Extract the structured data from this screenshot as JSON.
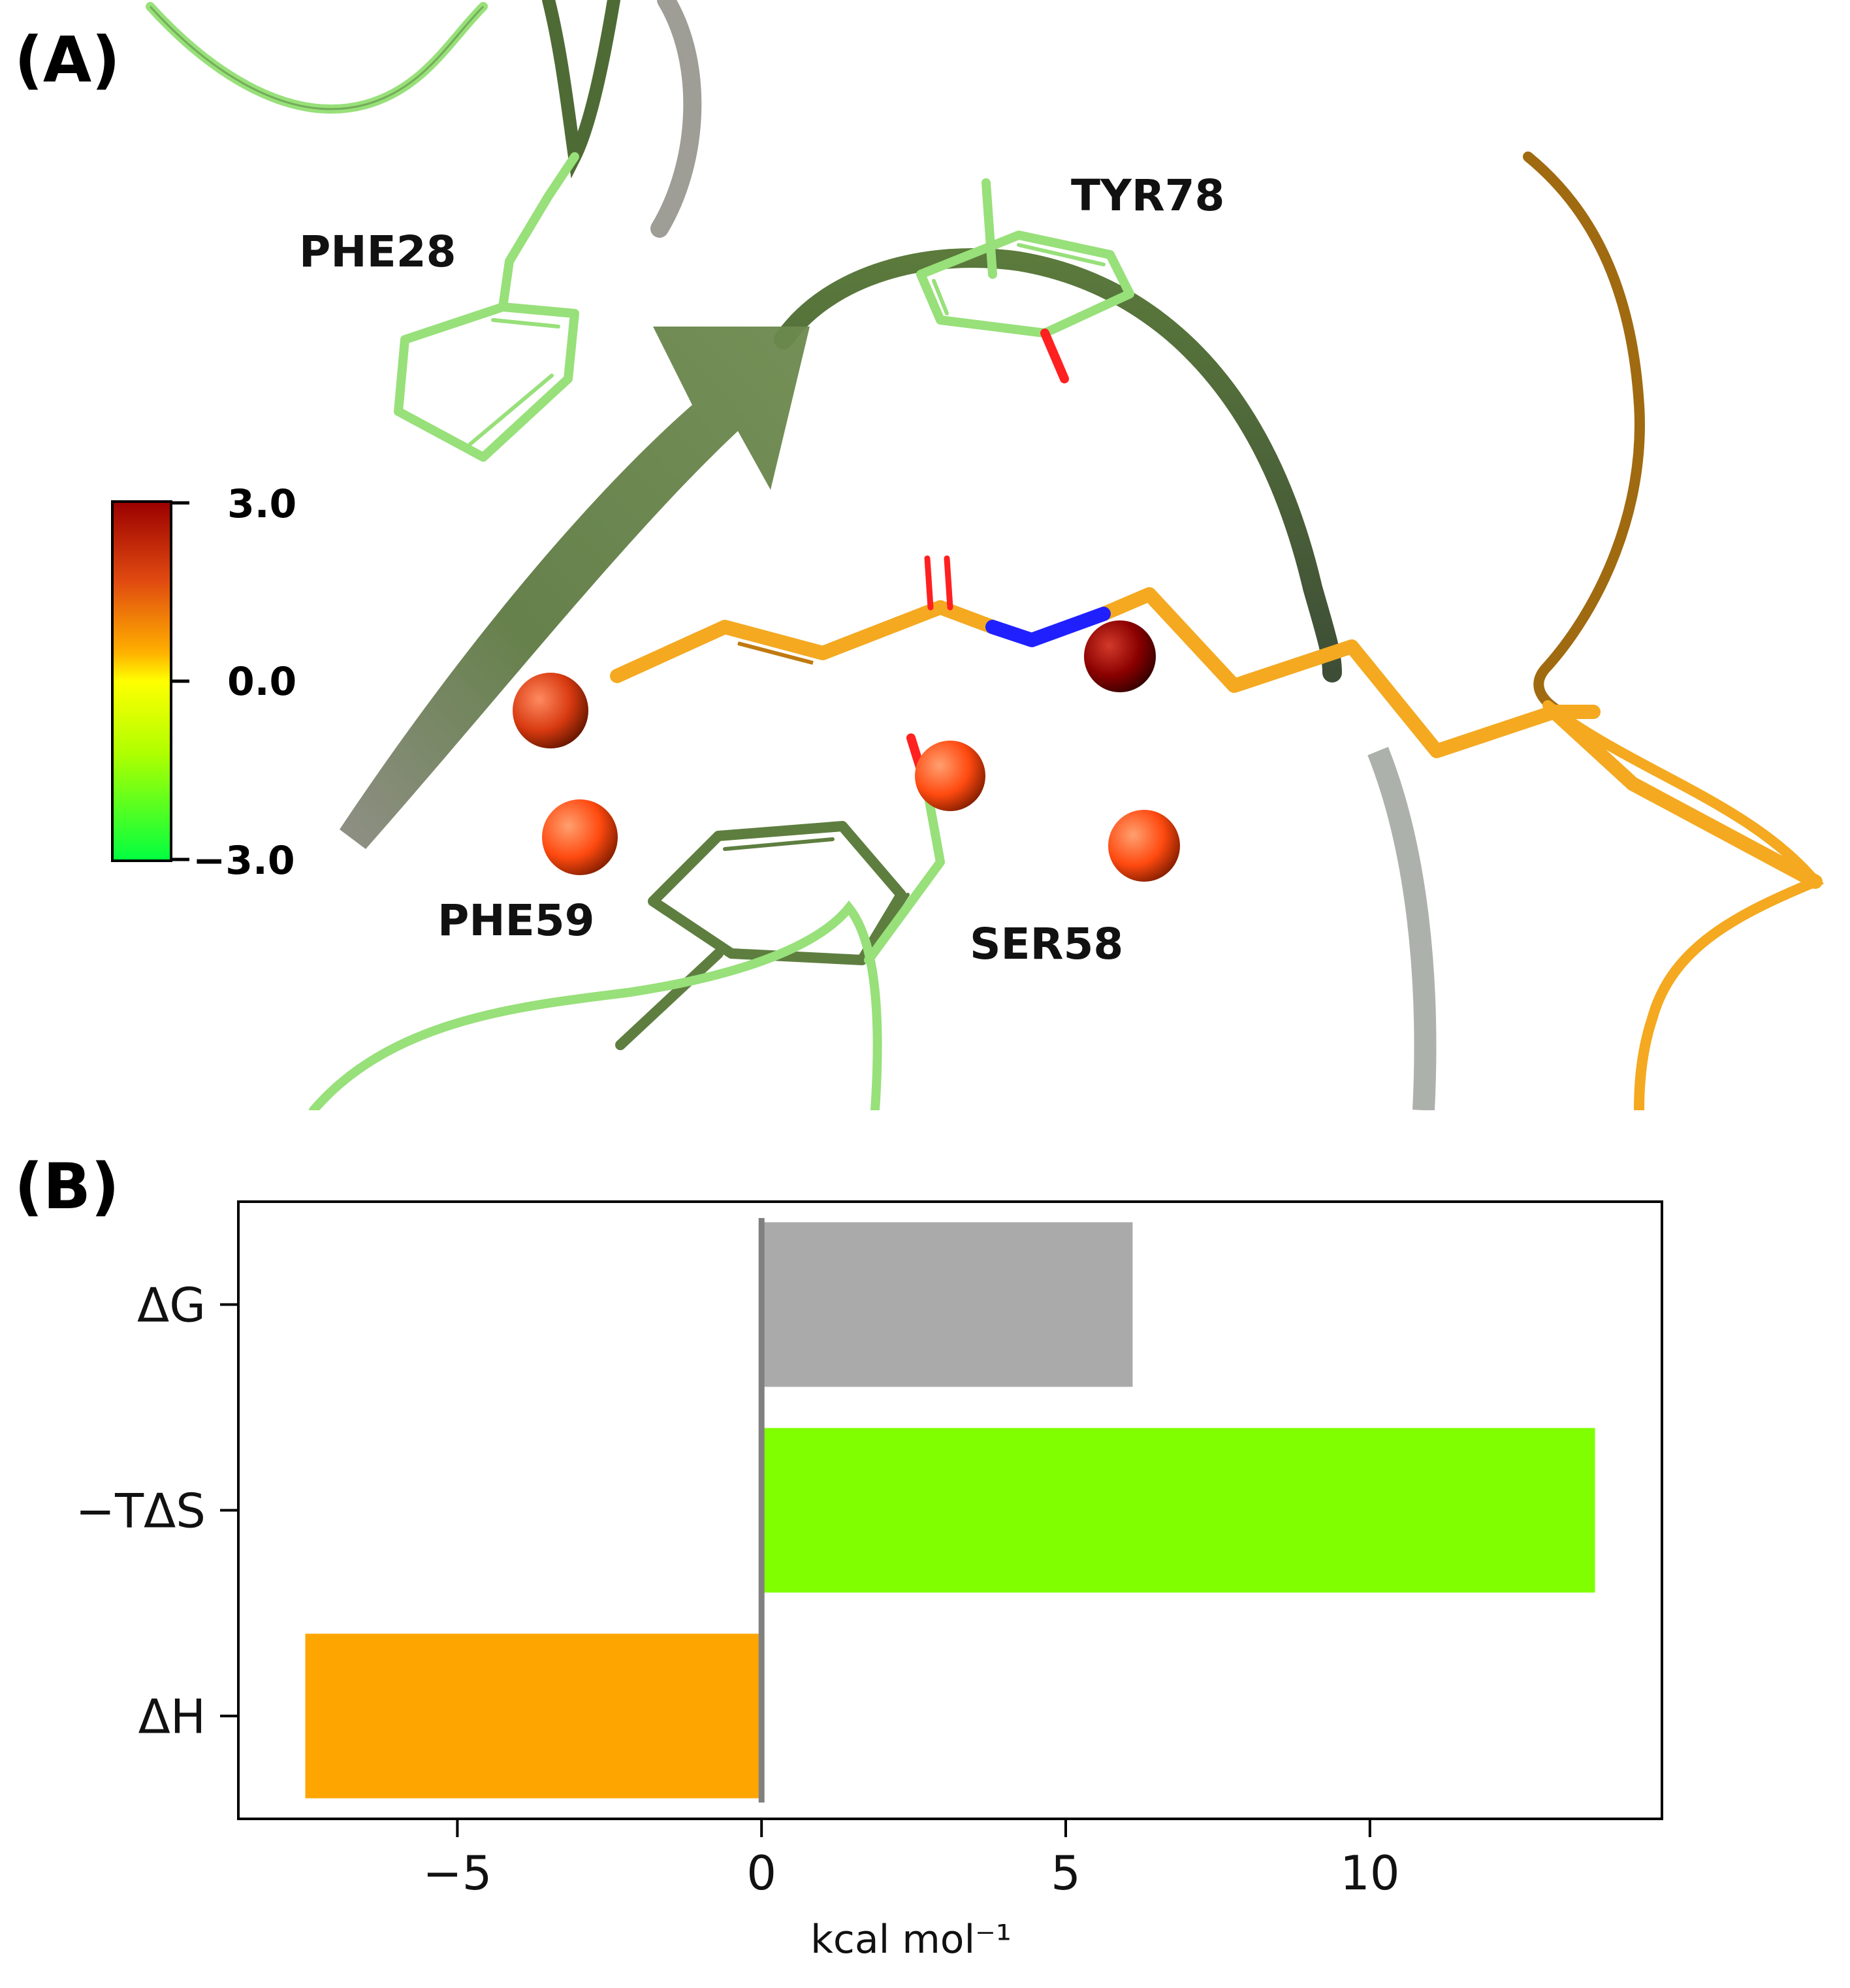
{
  "panel_a": {
    "letter": "(A)",
    "residues": [
      "TYR78",
      "PHE28",
      "PHE59",
      "SER58"
    ],
    "colorbar": {
      "max_label": "3.0",
      "mid_label": "0.0",
      "min_label": "−3.0",
      "colors": [
        "#9b0000",
        "#e04a10",
        "#ffb000",
        "#ffff00",
        "#b0ff00",
        "#00ff40"
      ]
    },
    "spheres": [
      {
        "color": "#c9300f",
        "value": 2.2
      },
      {
        "color": "#ff4a12",
        "value": 1.8
      },
      {
        "color": "#ff5a10",
        "value": 1.6
      },
      {
        "color": "#ff5a10",
        "value": 1.6
      },
      {
        "color": "#990000",
        "value": 2.9
      }
    ],
    "colors": {
      "ribbon_dark": "#5b7a3c",
      "ribbon_light": "#98e07a",
      "ligand": "#f4a920",
      "oxygen": "#ff2020",
      "nitrogen": "#2020ff"
    }
  },
  "panel_b": {
    "letter": "(B)",
    "chart_data": {
      "type": "bar",
      "orientation": "horizontal",
      "categories": [
        "ΔG",
        "−TΔS",
        "ΔH"
      ],
      "values": [
        6.1,
        13.7,
        -7.5
      ],
      "colors": [
        "#aaaaaa",
        "#7fff00",
        "#ffa500"
      ],
      "xlabel": "kcal mol⁻¹",
      "xlim": [
        -8.6,
        14.8
      ],
      "xticks": [
        -5,
        0,
        5,
        10
      ],
      "xtick_labels": [
        "−5",
        "0",
        "5",
        "10"
      ],
      "zero_line": true,
      "grid": false
    }
  }
}
